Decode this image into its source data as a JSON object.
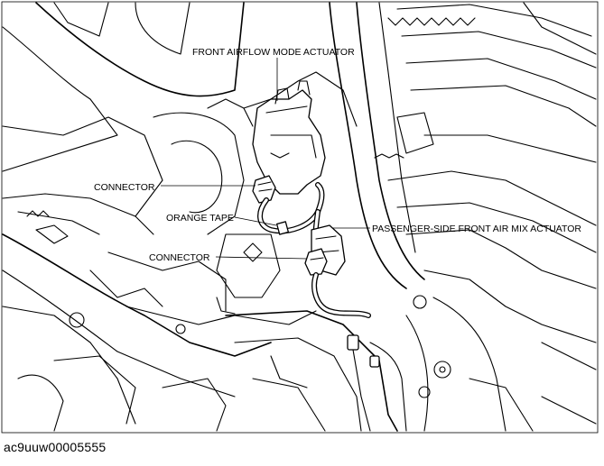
{
  "callouts": {
    "front_airflow_mode_actuator": "FRONT AIRFLOW MODE ACTUATOR",
    "connector_upper": "CONNECTOR",
    "orange_tape": "ORANGE TAPE",
    "passenger_side_front_air_mix_actuator": "PASSENGER-SIDE FRONT AIR MIX ACTUATOR",
    "connector_lower": "CONNECTOR"
  },
  "figure_id": "ac9uuw00005555"
}
